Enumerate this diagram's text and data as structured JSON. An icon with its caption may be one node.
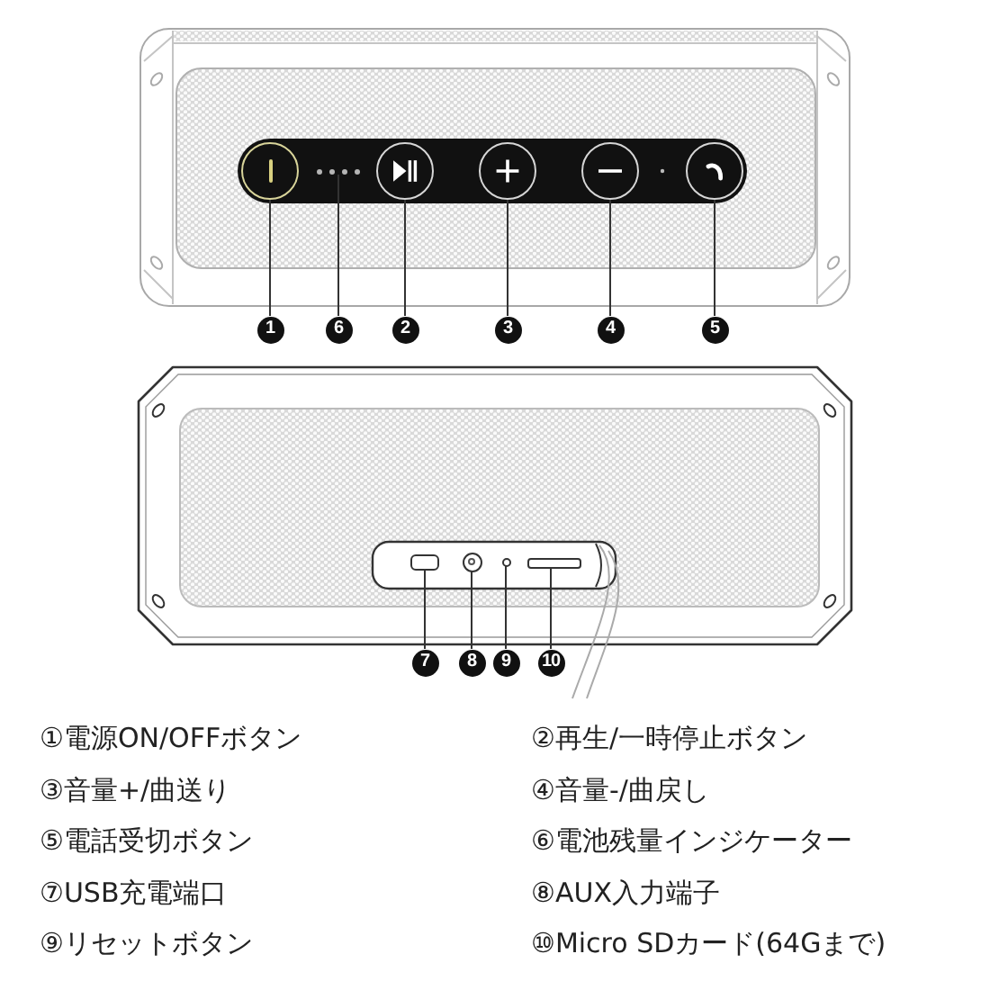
{
  "diagram": {
    "nodes": [
      {
        "text": [],
        "shape": "circle"
      },
      {
        "text": [],
        "shape": "dots"
      },
      {
        "text": [],
        "shape": "circle"
      },
      {
        "text": [],
        "shape": "circle"
      },
      {
        "text": [],
        "shape": "circle"
      },
      {
        "text": [],
        "shape": "circle"
      },
      {
        "text": [
          "1"
        ]
      },
      {
        "text": [
          "6"
        ]
      },
      {
        "text": [
          "2"
        ]
      },
      {
        "text": [
          "3"
        ]
      },
      {
        "text": [
          "4"
        ]
      },
      {
        "text": [
          "5"
        ]
      },
      {
        "text": [],
        "shape": "box"
      },
      {
        "text": [],
        "shape": "circle"
      },
      {
        "text": [],
        "shape": "circle"
      },
      {
        "text": [],
        "shape": "bar"
      },
      {
        "text": [
          "7"
        ]
      },
      {
        "text": [
          "8"
        ]
      },
      {
        "text": [
          "9"
        ]
      },
      {
        "text": [
          "10"
        ]
      }
    ],
    "edges": [
      {
        "from": 6,
        "to": 0,
        "arrow": "none"
      },
      {
        "from": 7,
        "to": 1,
        "arrow": "none"
      },
      {
        "from": 8,
        "to": 2,
        "arrow": "none"
      },
      {
        "from": 9,
        "to": 3,
        "arrow": "none"
      },
      {
        "from": 10,
        "to": 4,
        "arrow": "none"
      },
      {
        "from": 11,
        "to": 5,
        "arrow": "none"
      },
      {
        "from": 16,
        "to": 12,
        "arrow": "none"
      },
      {
        "from": 17,
        "to": 13,
        "arrow": "none"
      },
      {
        "from": 18,
        "to": 14,
        "arrow": "none"
      },
      {
        "from": 19,
        "to": 15,
        "arrow": "none"
      }
    ],
    "labels": [
      "①電源ON/OFFボタン",
      "②再生/一時停止ボタン",
      "③音量+/曲送り",
      "④音量-/曲戻し",
      "⑤電話受切ボタン",
      "⑥電池残量インジケーター",
      "⑦USB充電端口",
      "⑧AUX入力端子",
      "⑨リセットボタン",
      "⑩Micro SDカード(64Gまで)"
    ]
  }
}
